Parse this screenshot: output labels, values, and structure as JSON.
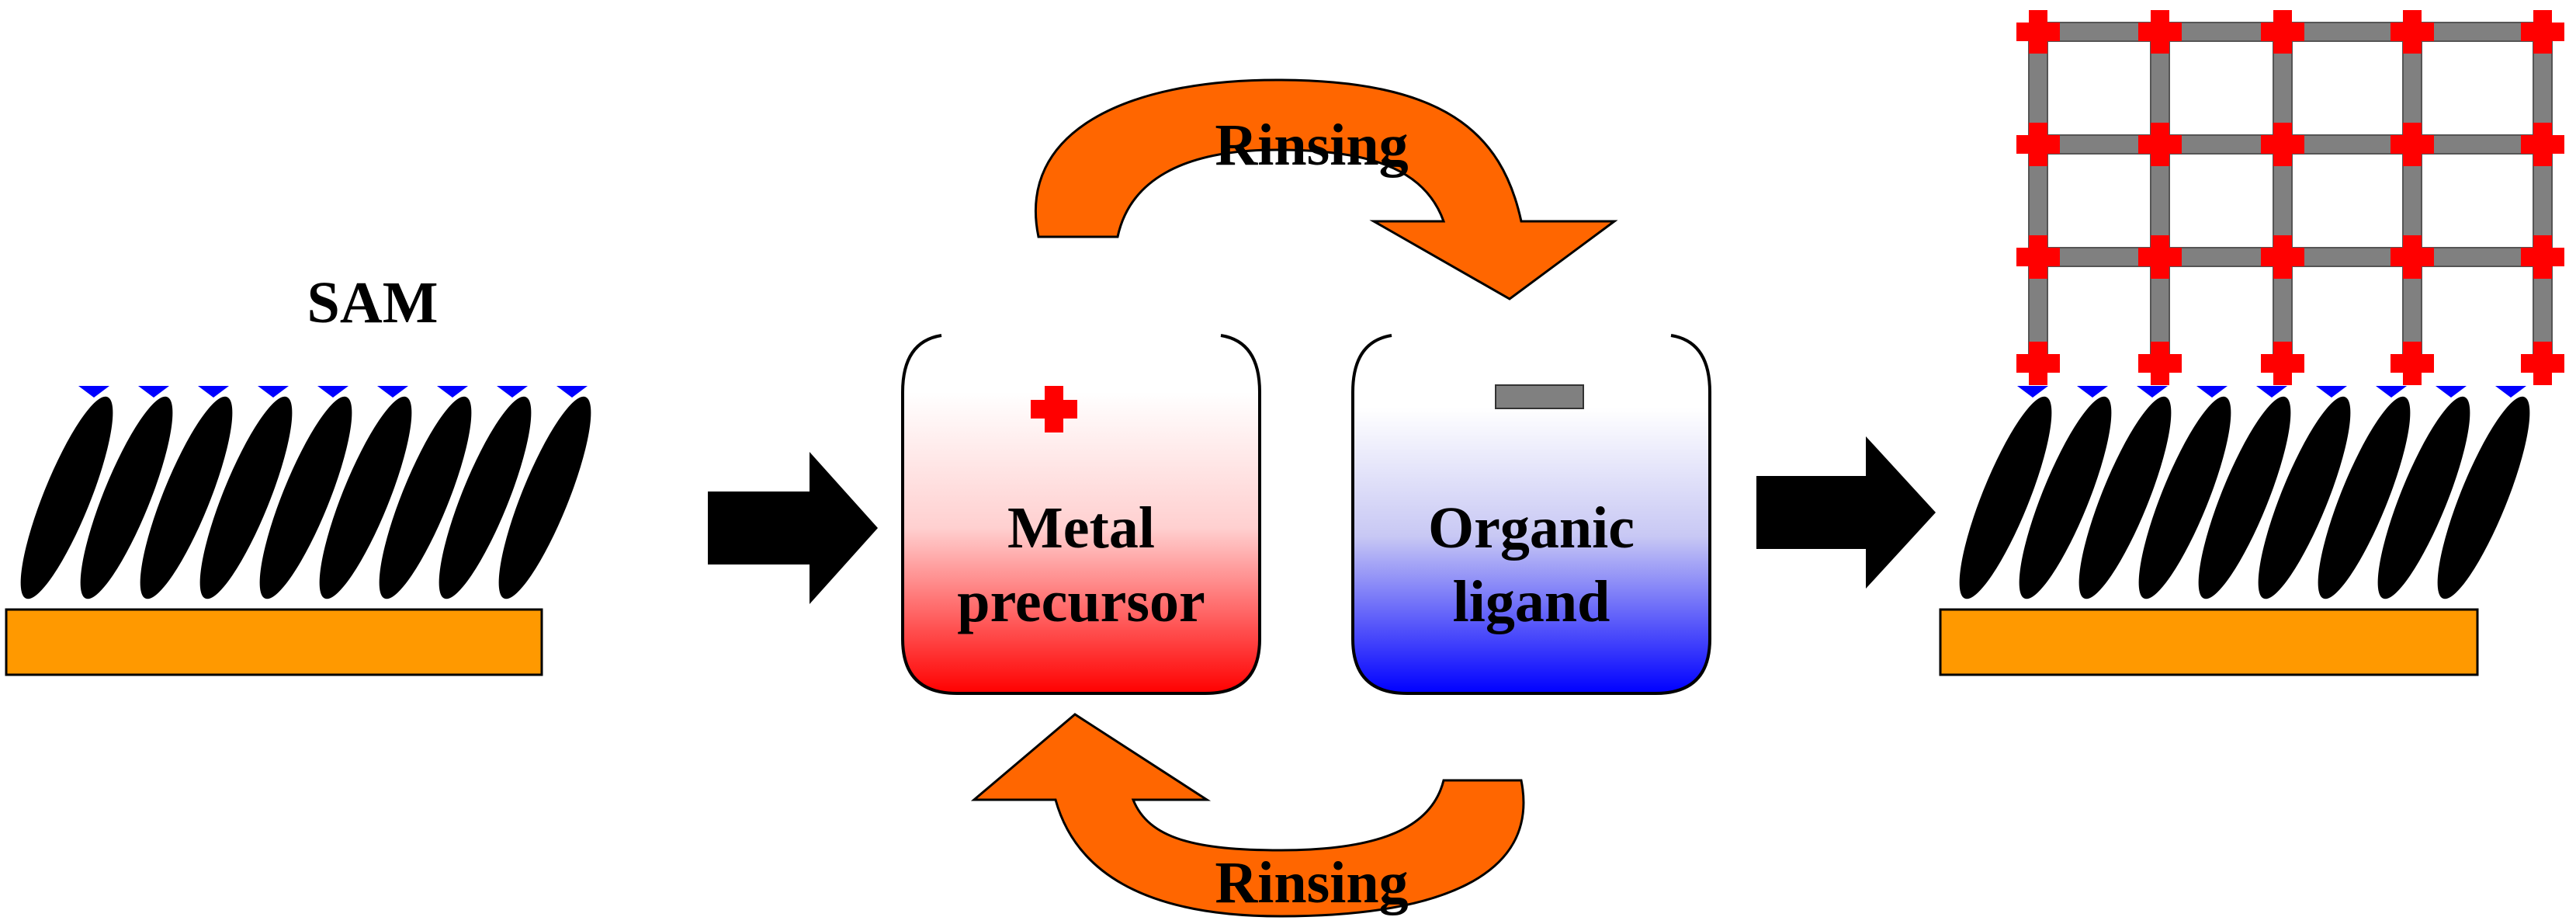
{
  "labels": {
    "sam": "SAM",
    "metal_line1": "Metal",
    "metal_line2": "precursor",
    "organic_line1": "Organic",
    "organic_line2": "ligand",
    "rinsing_top": "Rinsing",
    "rinsing_bottom": "Rinsing"
  },
  "colors": {
    "substrate": "#FF9900",
    "molecule": "#000000",
    "head_group": "#0000FF",
    "metal_node": "#FF0000",
    "linker": "#808080",
    "cycle_arrow": "#FF6600",
    "process_arrow": "#000000",
    "metal_gradient": [
      "#FFFFFF",
      "#FF0000"
    ],
    "organic_gradient": [
      "#FFFFFF",
      "#0000FF"
    ]
  },
  "icons": {
    "metal_symbol": "red-cross-icon",
    "ligand_symbol": "gray-bar-icon"
  }
}
